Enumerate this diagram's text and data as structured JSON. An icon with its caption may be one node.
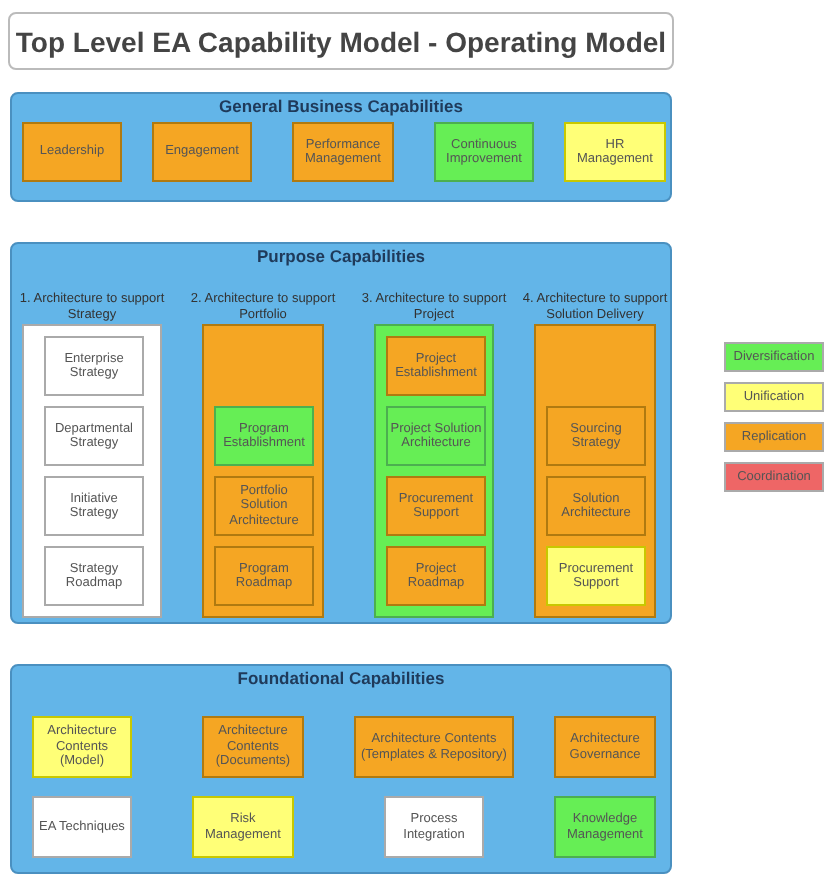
{
  "diagram": {
    "title": "Top Level EA Capability Model - Operating Model",
    "nodes": [
      {
        "text": [
          "General Business Capabilities"
        ]
      },
      {
        "text": [
          "Leadership"
        ],
        "in": 0
      },
      {
        "text": [
          "Engagement"
        ],
        "in": 0
      },
      {
        "text": [
          "Performance Management"
        ],
        "in": 0
      },
      {
        "text": [
          "Continuous Improvement"
        ],
        "in": 0
      },
      {
        "text": [
          "HR Management"
        ],
        "in": 0
      },
      {
        "text": [
          "Purpose Capabilities"
        ]
      },
      {
        "text": [
          "1. Architecture to support Strategy"
        ],
        "in": 6
      },
      {
        "text": [
          "Enterprise Strategy"
        ],
        "in": 7
      },
      {
        "text": [
          "Departmental Strategy"
        ],
        "in": 7
      },
      {
        "text": [
          "Initiative Strategy"
        ],
        "in": 7
      },
      {
        "text": [
          "Strategy Roadmap"
        ],
        "in": 7
      },
      {
        "text": [
          "2. Architecture to support Portfolio"
        ],
        "in": 6
      },
      {
        "text": [
          "Program Establishment"
        ],
        "in": 12
      },
      {
        "text": [
          "Portfolio Solution Architecture"
        ],
        "in": 12
      },
      {
        "text": [
          "Program Roadmap"
        ],
        "in": 12
      },
      {
        "text": [
          "3. Architecture to support Project"
        ],
        "in": 6
      },
      {
        "text": [
          "Project Establishment"
        ],
        "in": 16
      },
      {
        "text": [
          "Project Solution Architecture"
        ],
        "in": 16
      },
      {
        "text": [
          "Procurement Support"
        ],
        "in": 16
      },
      {
        "text": [
          "Project Roadmap"
        ],
        "in": 16
      },
      {
        "text": [
          "4. Architecture to support Solution Delivery"
        ],
        "in": 6
      },
      {
        "text": [
          "Sourcing Strategy"
        ],
        "in": 21
      },
      {
        "text": [
          "Solution Architecture"
        ],
        "in": 21
      },
      {
        "text": [
          "Procurement Support"
        ],
        "in": 21
      },
      {
        "text": [
          "Foundational Capabilities"
        ]
      },
      {
        "text": [
          "Architecture Contents (Model)"
        ],
        "in": 25
      },
      {
        "text": [
          "Architecture Contents (Documents)"
        ],
        "in": 25
      },
      {
        "text": [
          "Architecture Contents (Templates & Repository)"
        ],
        "in": 25
      },
      {
        "text": [
          "Architecture Governance"
        ],
        "in": 25
      },
      {
        "text": [
          "EA Techniques"
        ],
        "in": 25
      },
      {
        "text": [
          "Risk Management"
        ],
        "in": 25
      },
      {
        "text": [
          "Process Integration"
        ],
        "in": 25
      },
      {
        "text": [
          "Knowledge Management"
        ],
        "in": 25
      }
    ],
    "legend": [
      {
        "text": "Diversification",
        "color": "#66ee55"
      },
      {
        "text": "Unification",
        "color": "#ffff77"
      },
      {
        "text": "Replication",
        "color": "#f5a623"
      },
      {
        "text": "Coordination",
        "color": "#ee6666"
      }
    ]
  }
}
